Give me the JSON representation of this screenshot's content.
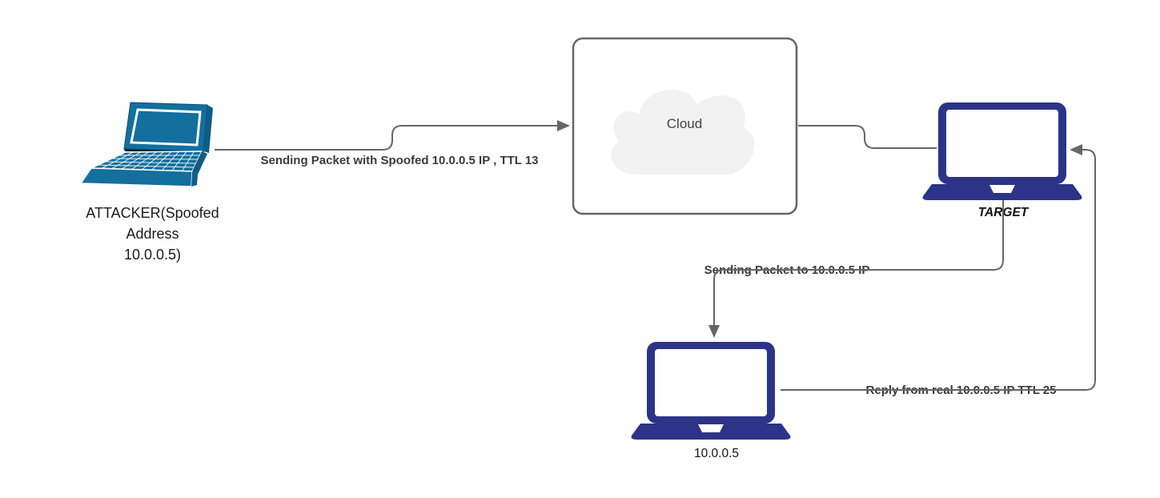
{
  "diagram": {
    "background": "#FFFFFF",
    "nodes": {
      "attacker": {
        "type": "laptop-3d",
        "label_lines": [
          "ATTACKER(Spoofed",
          "Address",
          "10.0.0.5)"
        ]
      },
      "cloud": {
        "type": "cloud-container",
        "label": "Cloud"
      },
      "target": {
        "type": "laptop",
        "label": "TARGET"
      },
      "real_host": {
        "type": "laptop",
        "label": "10.0.0.5"
      }
    },
    "edges": [
      {
        "from": "attacker",
        "to": "cloud",
        "label": "Sending Packet with Spoofed 10.0.0.5 IP , TTL 13",
        "arrow": "right"
      },
      {
        "from": "cloud",
        "to": "target",
        "label": "",
        "arrow": "none"
      },
      {
        "from": "target",
        "to": "real_host",
        "label": "Sending Packet to 10.0.0.5 IP",
        "arrow": "down"
      },
      {
        "from": "real_host",
        "to": "target",
        "label": "Reply from real 10.0.0.5 IP TTL 25",
        "arrow": "left"
      }
    ],
    "colors": {
      "connector": "#666666",
      "edge_label_text": "#3A3A3A",
      "node_label_text": "#1A1A1A",
      "laptop_navy": "#2B3487",
      "laptop_teal": "#136F9E",
      "laptop_teal_dark": "#0E5D85",
      "cloud_fill": "#F2F2F2",
      "cloud_box_border": "#666666",
      "cloud_text": "#404040"
    }
  }
}
